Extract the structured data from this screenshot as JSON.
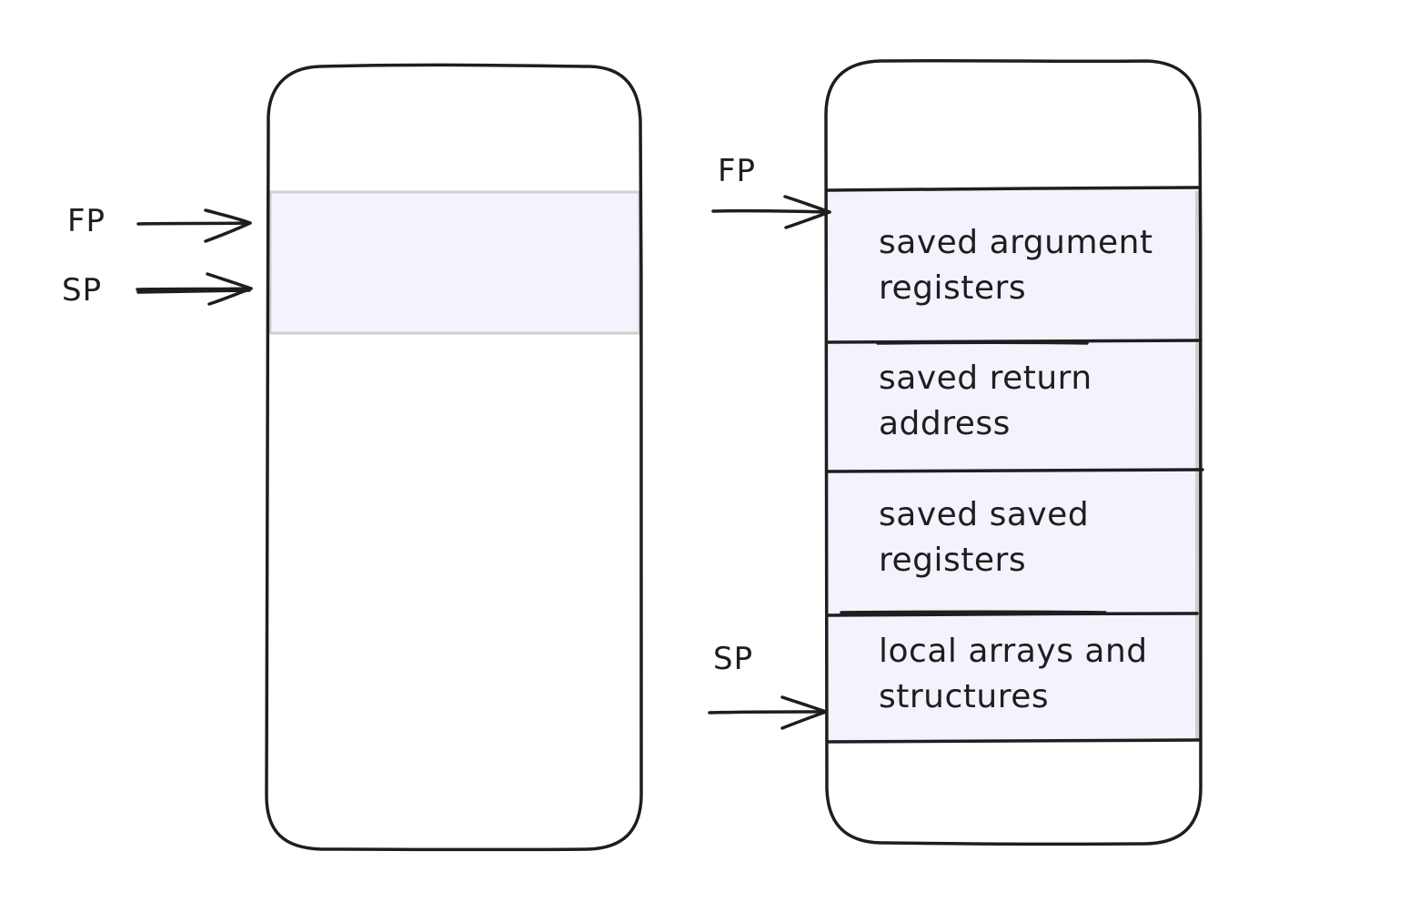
{
  "colors": {
    "ink": "#1e1e1e",
    "highlight_fill": "#f4f2fc",
    "highlight_edge": "#d0d0d0",
    "background": "#ffffff"
  },
  "left_stack": {
    "fp_label": "FP",
    "sp_label": "SP"
  },
  "right_stack": {
    "fp_label": "FP",
    "sp_label": "SP",
    "segments": [
      {
        "line1": "saved argument",
        "line2": "registers"
      },
      {
        "line1": "saved return",
        "line2": "address"
      },
      {
        "line1": "saved saved",
        "line2": "registers"
      },
      {
        "line1": "local arrays and",
        "line2": "structures"
      }
    ]
  }
}
